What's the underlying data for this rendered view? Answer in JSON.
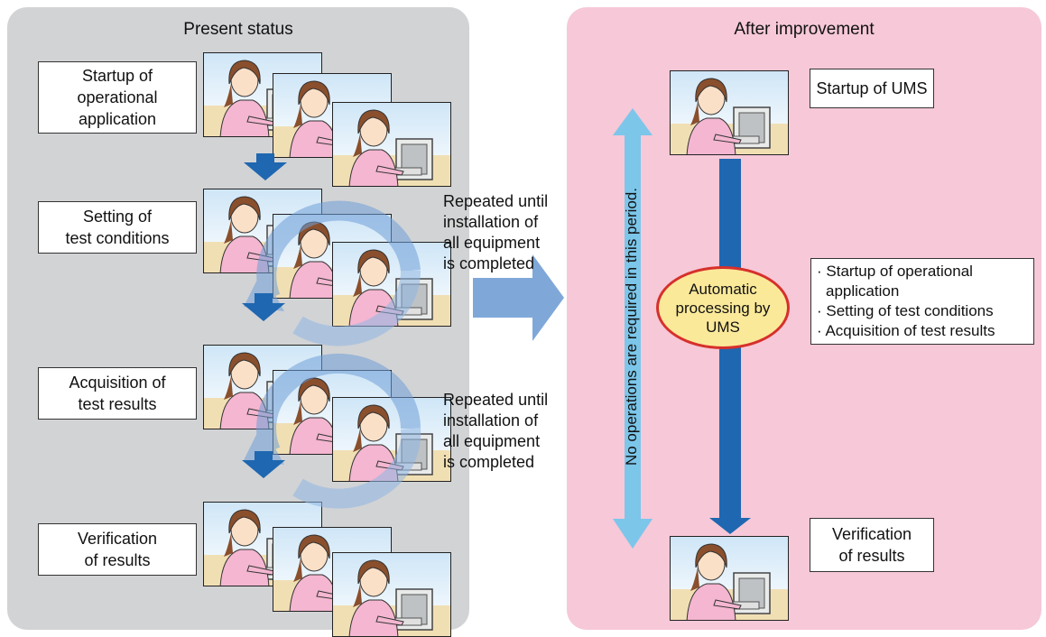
{
  "present": {
    "title": "Present status",
    "steps": [
      {
        "label": "Startup of\noperational\napplication"
      },
      {
        "label": "Setting of\ntest conditions"
      },
      {
        "label": "Acquisition of\ntest results"
      },
      {
        "label": "Verification\nof results"
      }
    ],
    "repeat_note_1": "Repeated until\ninstallation of\nall equipment\nis completed",
    "repeat_note_2": "Repeated until\ninstallation of\nall equipment\nis completed"
  },
  "improved": {
    "title": "After improvement",
    "startup_label": "Startup of UMS",
    "verification_label": "Verification\nof results",
    "vertical_note": "No operations are required in this period.",
    "auto_label": "Automatic\nprocessing by\nUMS",
    "auto_items": [
      "· Startup of operational application",
      "· Setting of test conditions",
      "· Acquisition of test results"
    ]
  },
  "colors": {
    "present_bg": "#d2d3d5",
    "improved_bg": "#f6c8d8",
    "dark_arrow": "#1f67b1",
    "light_arrow": "#7fa8d9",
    "cyan_arrow": "#7cc6ea",
    "ellipse_fill": "#fbe99a",
    "ellipse_border": "#d6302b"
  }
}
